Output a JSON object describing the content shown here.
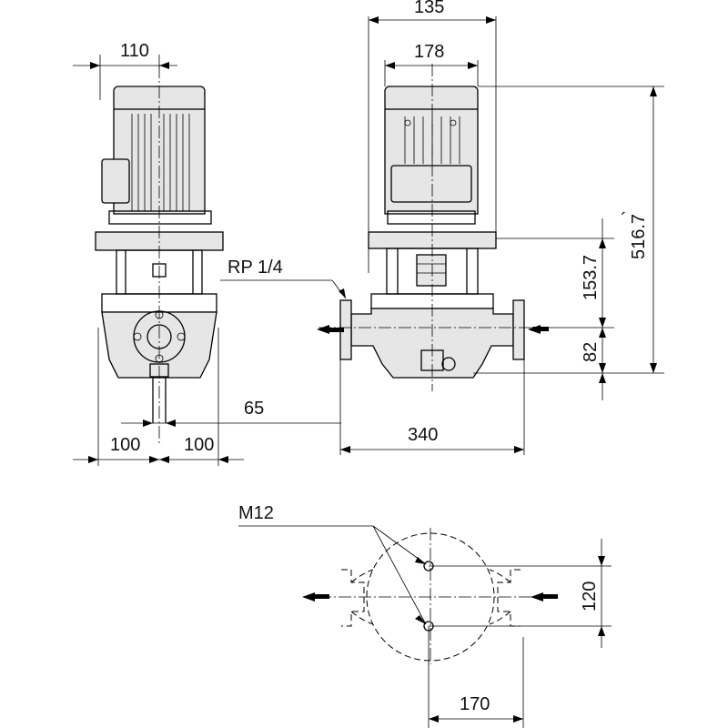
{
  "dimensions": {
    "motor_width_side": "110",
    "overall_width_front": "135",
    "motor_width_front": "178",
    "overall_height": "516.7",
    "inlet_to_coupling": "153.7",
    "base_to_inlet": "82",
    "vent_plug": "RP 1/4",
    "offset": "65",
    "left_half": "100",
    "right_half": "100",
    "port_to_port": "340",
    "bolt_thread": "M12",
    "bolt_spacing_y": "120",
    "bolt_spacing_x": "170"
  },
  "colors": {
    "line": "#000000",
    "fill": "#e6e6e6",
    "background": "#ffffff"
  },
  "icons": {
    "flow_arrow": "filled-arrow-icon",
    "dimension_arrow": "arrowhead-icon"
  }
}
